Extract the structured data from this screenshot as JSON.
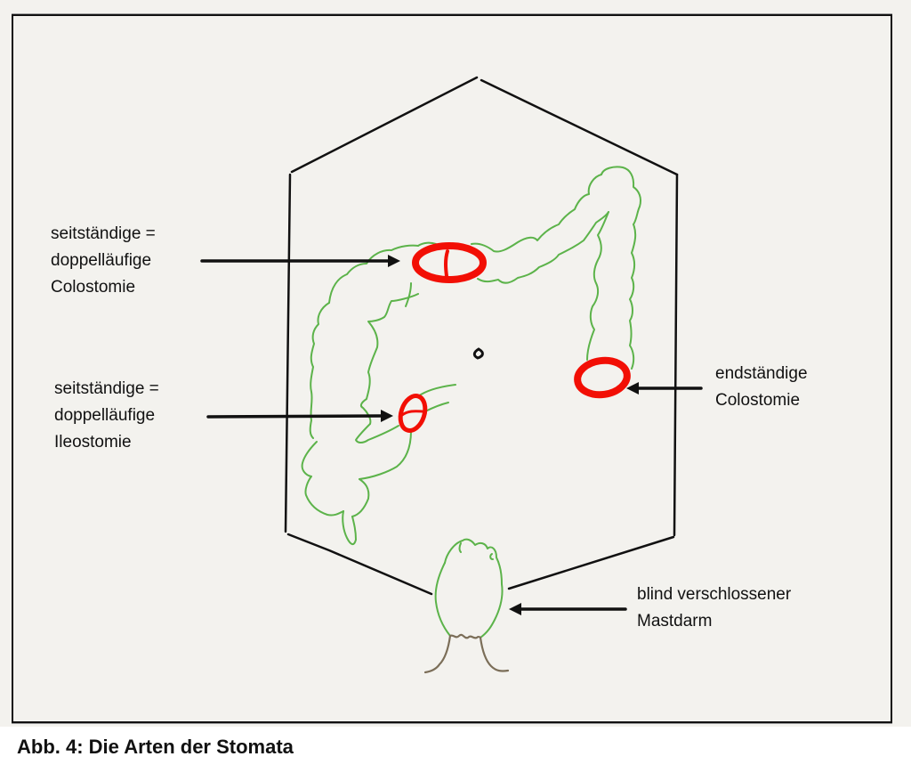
{
  "figure": {
    "caption": "Abb. 4: Die Arten der Stomata",
    "background_color": "#f3f2ee",
    "colors": {
      "outline": "#111111",
      "colon": "#5cb34a",
      "stoma": "#f20f05",
      "anus": "#7b6e58"
    }
  },
  "labels": {
    "side_colostomy": {
      "line1": "seitständige =",
      "line2": "doppelläufige",
      "line3": "Colostomie"
    },
    "side_ileostomy": {
      "line1": "seitständige =",
      "line2": "doppelläufige",
      "line3": "Ileostomie"
    },
    "end_colostomy": {
      "line1": "endständige",
      "line2": "Colostomie"
    },
    "blind_rectum": {
      "line1": "blind verschlossener",
      "line2": "Mastdarm"
    }
  }
}
